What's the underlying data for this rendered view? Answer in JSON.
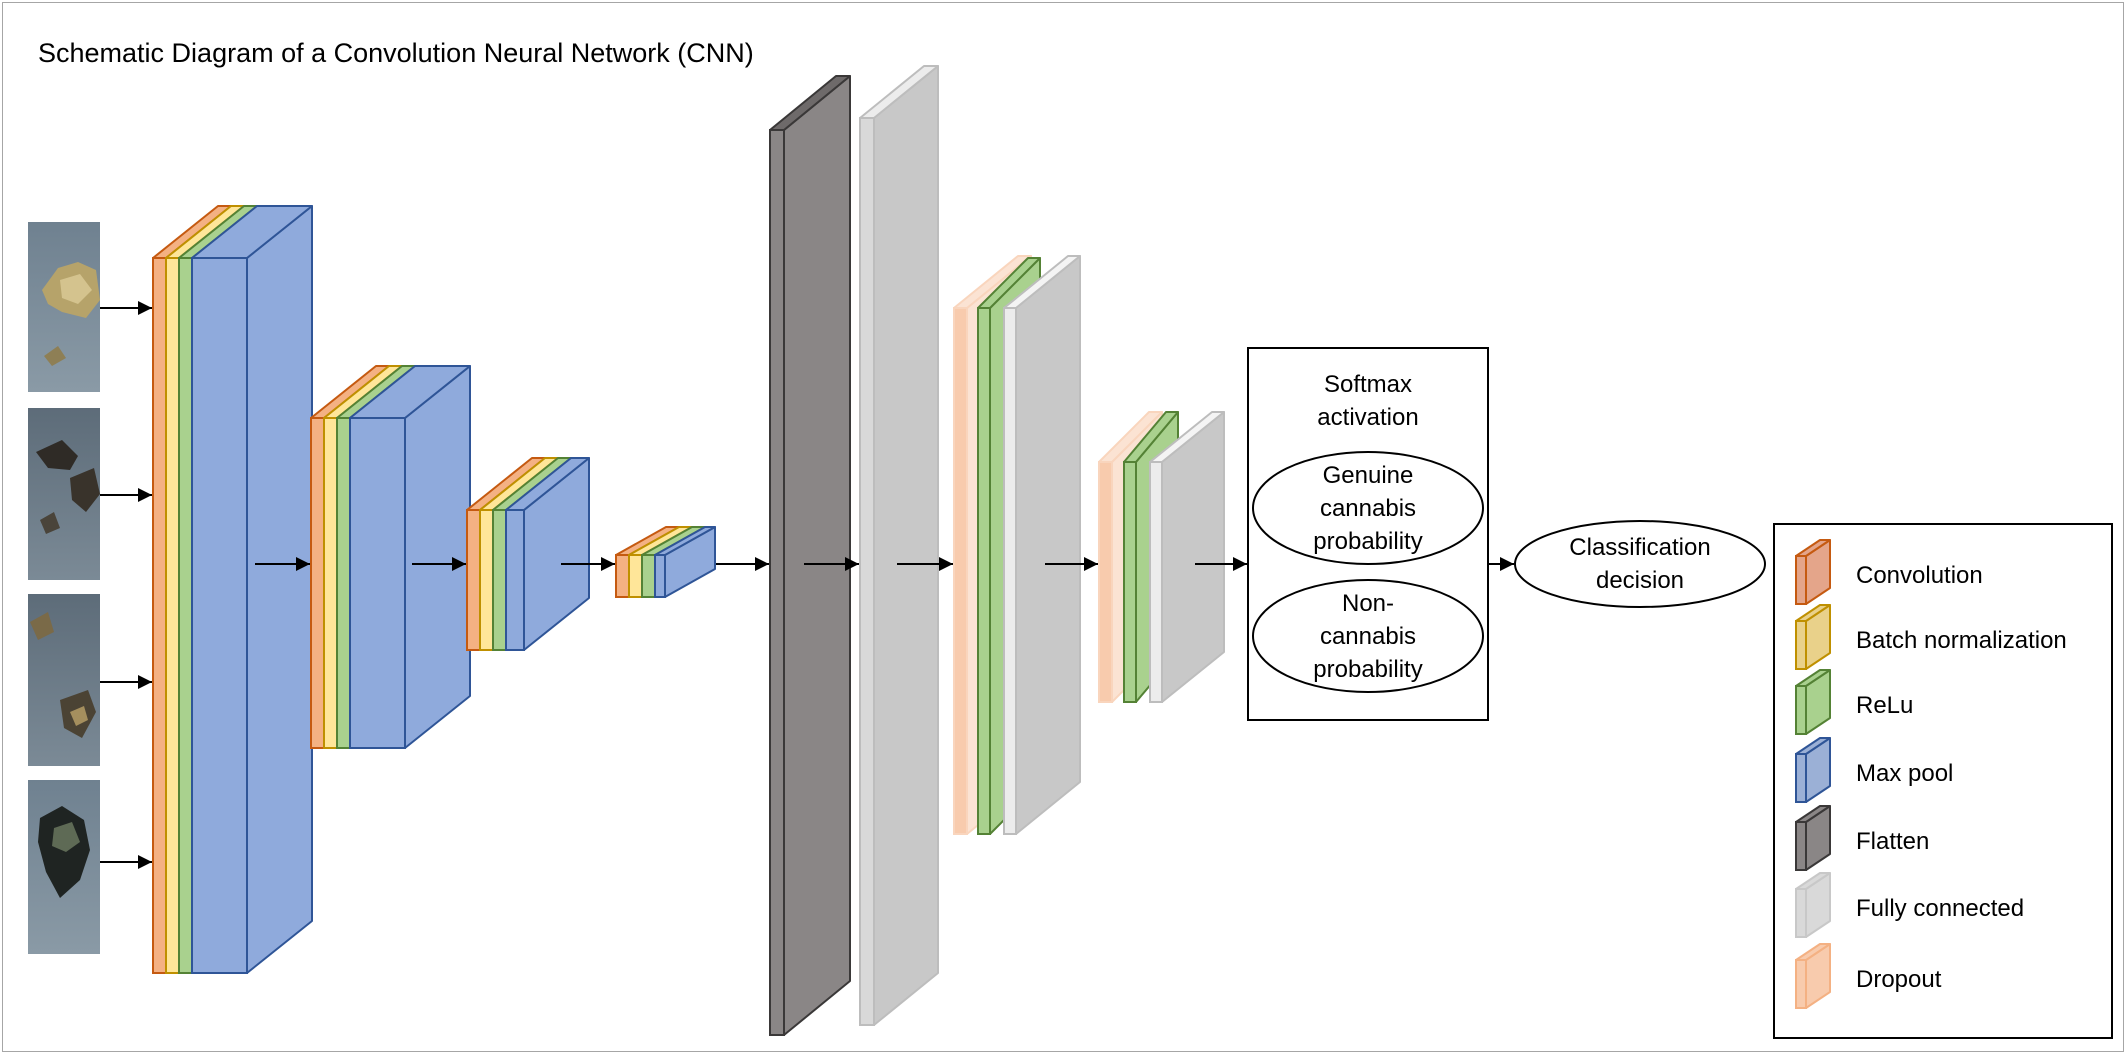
{
  "title": "Schematic Diagram of a Convolution Neural Network (CNN)",
  "colors": {
    "convolution": {
      "fill": "#f4b183",
      "edge": "#c55a11"
    },
    "batch_normalization": {
      "fill": "#ffe699",
      "edge": "#bf9000"
    },
    "relu": {
      "fill": "#a9d18e",
      "edge": "#548235"
    },
    "max_pool": {
      "fill": "#8faadc",
      "edge": "#2f5597"
    },
    "flatten": {
      "fill": "#8a8686",
      "edge": "#3a3838"
    },
    "fully_connected": {
      "fill": "#d9d9d9",
      "edge": "#b0b0b0"
    },
    "dropout": {
      "fill": "#f8cbad",
      "edge": "#f8cbad"
    }
  },
  "input_images": [
    "cannabis-sample-image-1",
    "cannabis-sample-image-2",
    "cannabis-sample-image-3",
    "cannabis-sample-image-4"
  ],
  "softmax": {
    "heading_line1": "Softmax",
    "heading_line2": "activation",
    "genuine": [
      "Genuine",
      "cannabis",
      "probability"
    ],
    "non_cannabis": [
      "Non-",
      "cannabis",
      "probability"
    ]
  },
  "decision": [
    "Classification",
    "decision"
  ],
  "legend": {
    "convolution": "Convolution",
    "batch_normalization": "Batch normalization",
    "relu": "ReLu",
    "max_pool": "Max pool",
    "flatten": "Flatten",
    "fully_connected": "Fully connected",
    "dropout": "Dropout"
  }
}
